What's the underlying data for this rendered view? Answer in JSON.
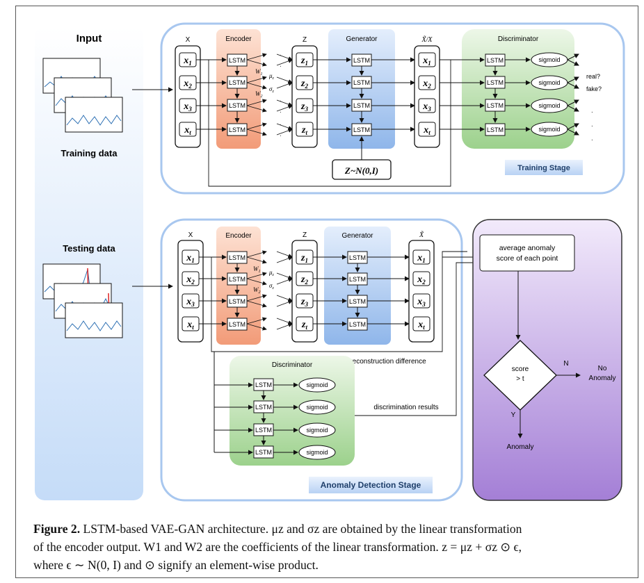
{
  "input": {
    "title": "Input",
    "training_label": "Training data",
    "testing_label": "Testing data"
  },
  "training": {
    "col_x": "X",
    "col_z": "Z",
    "col_xhat": "X̃/X",
    "encoder": "Encoder",
    "generator": "Generator",
    "discriminator": "Discriminator",
    "cell": "LSTM",
    "sigmoid": "sigmoid",
    "x_items": [
      "x1",
      "x2",
      "x3",
      "xt"
    ],
    "z_items": [
      "z1",
      "z2",
      "z3",
      "zt"
    ],
    "w1": "W1",
    "w2": "W2",
    "mu": "μz",
    "sigma": "σz",
    "noise": "Z~N(0,I)",
    "real": "real?",
    "fake": "fake?",
    "stage": "Training Stage"
  },
  "testing": {
    "col_x": "X",
    "col_z": "Z",
    "col_xhat": "X̃",
    "encoder": "Encoder",
    "generator": "Generator",
    "discriminator": "Discriminator",
    "reconstruction": "reconstruction difference",
    "discrimination": "discrimination results",
    "stage": "Anomaly Detection Stage"
  },
  "decision": {
    "score_box_line1": "average anomaly",
    "score_box_line2": "score of each point",
    "diamond_line1": "score",
    "diamond_line2": "> t",
    "n": "N",
    "y": "Y",
    "no_anomaly_line1": "No",
    "no_anomaly_line2": "Anomaly",
    "anomaly": "Anomaly"
  },
  "caption": {
    "label": "Figure 2.",
    "line1": "LSTM-based VAE-GAN architecture. μz and σz are obtained by the linear transformation",
    "line2": "of the encoder output. W1 and W2 are the coefficients of the linear transformation. z = μz + σz ⊙ ϵ,",
    "line3": "where ϵ ∼ N(0, I) and ⊙ signify an element-wise product."
  },
  "colors": {
    "encoder": "#f4a584",
    "generator": "#9cc0ec",
    "discriminator": "#a8d89a",
    "decision": "#b48fdc",
    "input": "#cfe3fb",
    "stage_border": "#9cc0ec"
  }
}
